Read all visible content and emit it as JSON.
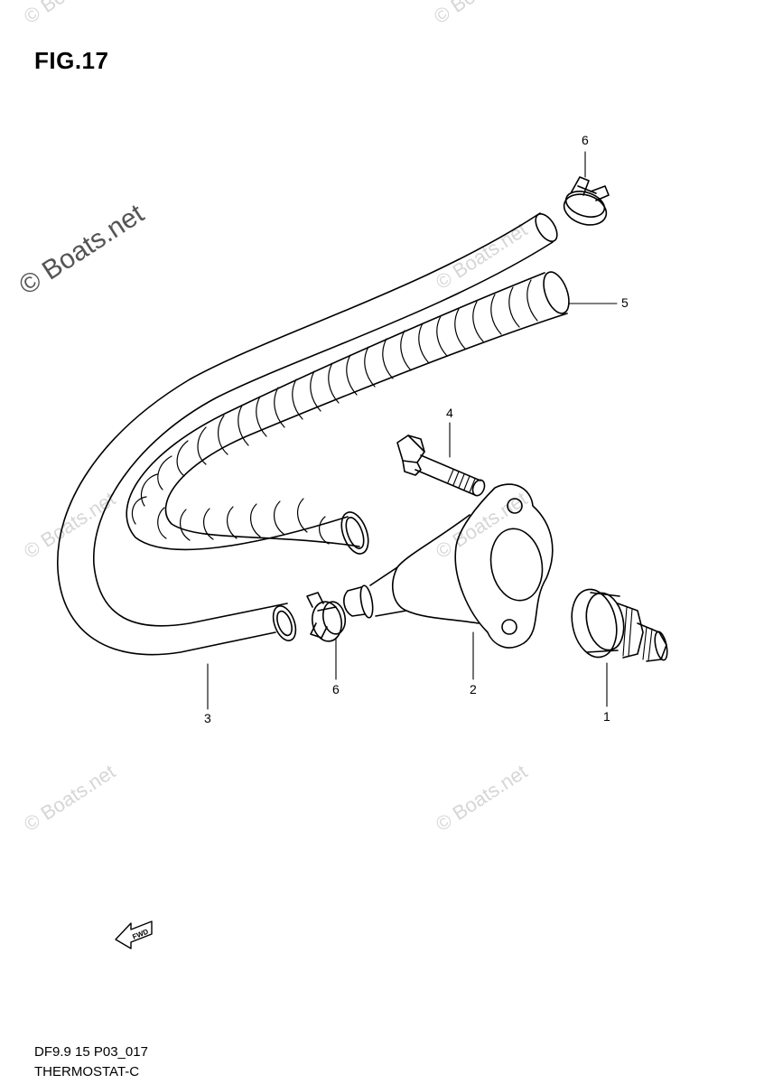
{
  "figure": {
    "title": "FIG.17"
  },
  "watermark": {
    "text": "© Boats.net",
    "color": "#d6d6d6",
    "emphasis_color": "#555555"
  },
  "callouts": [
    "1",
    "2",
    "3",
    "4",
    "5",
    "6",
    "6"
  ],
  "arrow_label": "FWD",
  "footer": {
    "code": "DF9.9 15 P03_017",
    "name": "THERMOSTAT-C"
  }
}
